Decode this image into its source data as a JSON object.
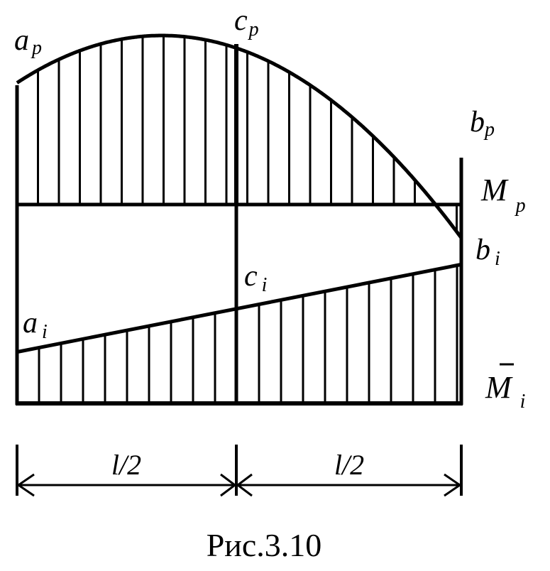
{
  "labels": {
    "a_p": {
      "main": "a",
      "sub": "p"
    },
    "c_p": {
      "main": "c",
      "sub": "p"
    },
    "b_p": {
      "main": "b",
      "sub": "p"
    },
    "m_p": {
      "main": "M",
      "sub": "p"
    },
    "a_i": {
      "main": "a",
      "sub": "i"
    },
    "c_i": {
      "main": "c",
      "sub": "i"
    },
    "b_i": {
      "main": "b",
      "sub": "i"
    },
    "m_i": {
      "main": "M",
      "sub": "i"
    }
  },
  "dimensions": {
    "left_span": "l/2",
    "right_span": "l/2"
  },
  "caption": "Рис.3.10",
  "colors": {
    "line": "#000000",
    "background": "#ffffff"
  }
}
